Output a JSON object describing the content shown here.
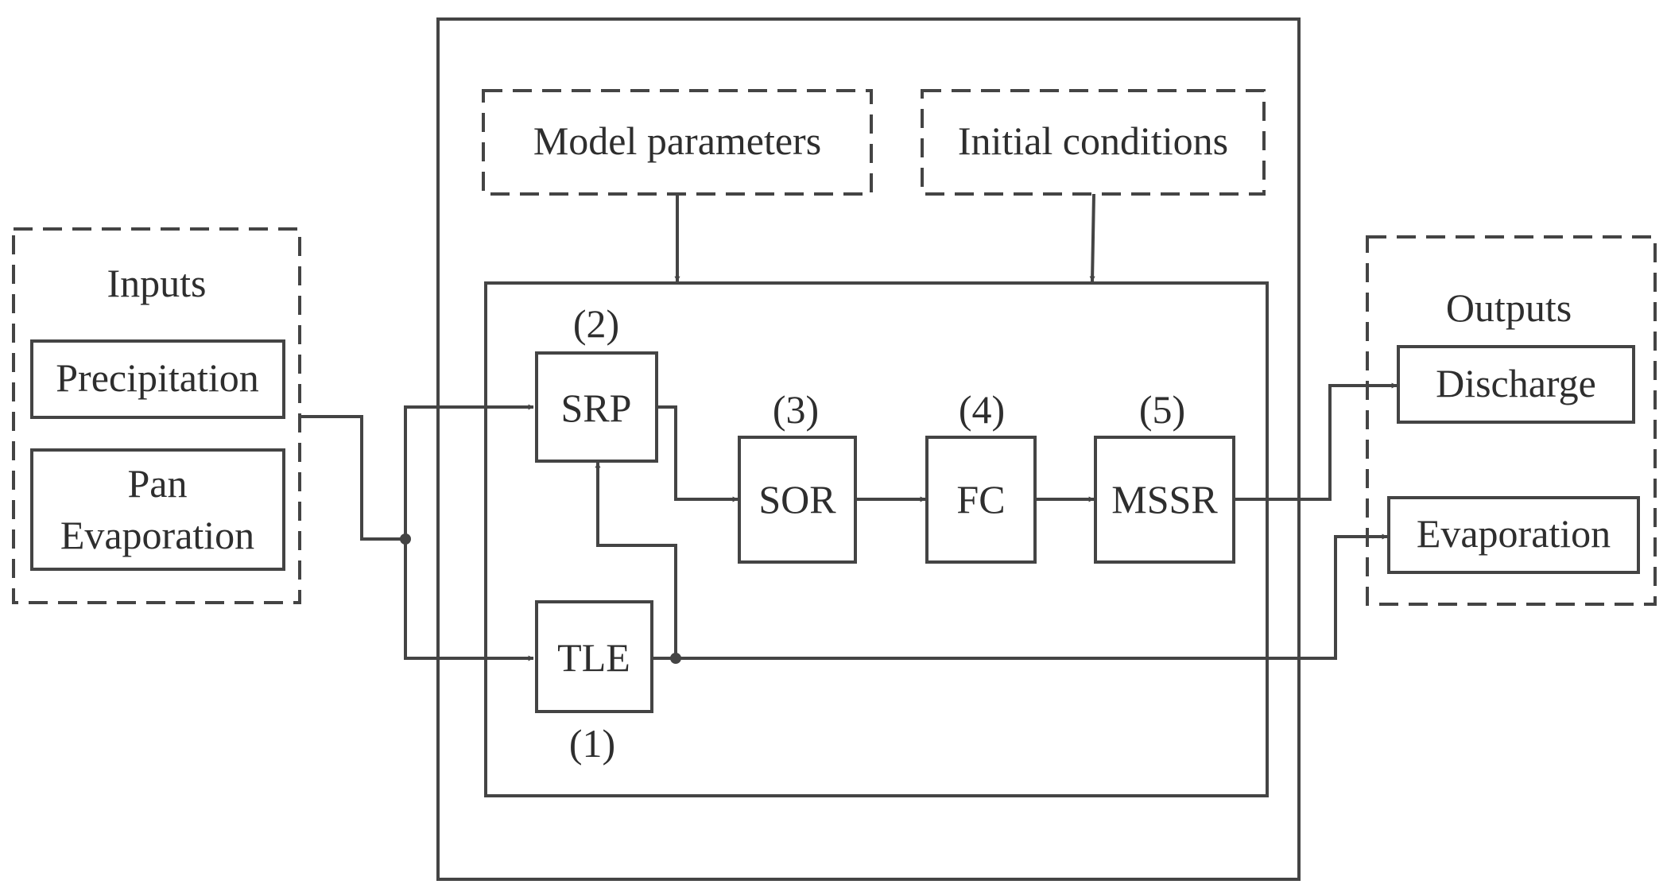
{
  "inputs": {
    "title": "Inputs",
    "precipitation": "Precipitation",
    "pan_line1": "Pan",
    "pan_line2": "Evaporation"
  },
  "model": {
    "parameters": "Model parameters",
    "initial_conditions": "Initial conditions"
  },
  "blocks": {
    "tle": {
      "label": "TLE",
      "number": "(1)"
    },
    "srp": {
      "label": "SRP",
      "number": "(2)"
    },
    "sor": {
      "label": "SOR",
      "number": "(3)"
    },
    "fc": {
      "label": "FC",
      "number": "(4)"
    },
    "mssr": {
      "label": "MSSR",
      "number": "(5)"
    }
  },
  "outputs": {
    "title": "Outputs",
    "discharge": "Discharge",
    "evaporation": "Evaporation"
  }
}
